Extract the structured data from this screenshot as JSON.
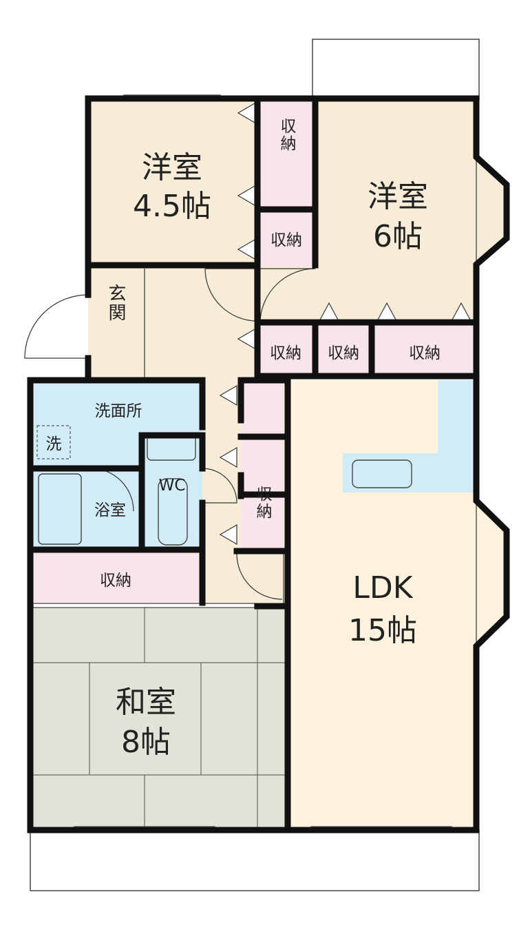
{
  "colors": {
    "western_room": "#f7ecd7",
    "storage": "#f8e4ec",
    "wet_area": "#d2ecf7",
    "tatami": "#dfe4d7",
    "ldk": "#fcf2de",
    "balcony": "#ffffff"
  },
  "rooms": {
    "western_room_a": {
      "name": "洋室",
      "size": "4.5帖"
    },
    "western_room_b": {
      "name": "洋室",
      "size": "6帖"
    },
    "japanese_room": {
      "name": "和室",
      "size": "8帖"
    },
    "ldk": {
      "name": "LDK",
      "size": "15帖"
    },
    "entrance": {
      "name": "玄関"
    },
    "washroom": {
      "name": "洗面所"
    },
    "washer": {
      "name": "洗"
    },
    "bathroom": {
      "name": "浴室"
    },
    "toilet": {
      "name": "WC"
    }
  },
  "storage_label": "収納"
}
